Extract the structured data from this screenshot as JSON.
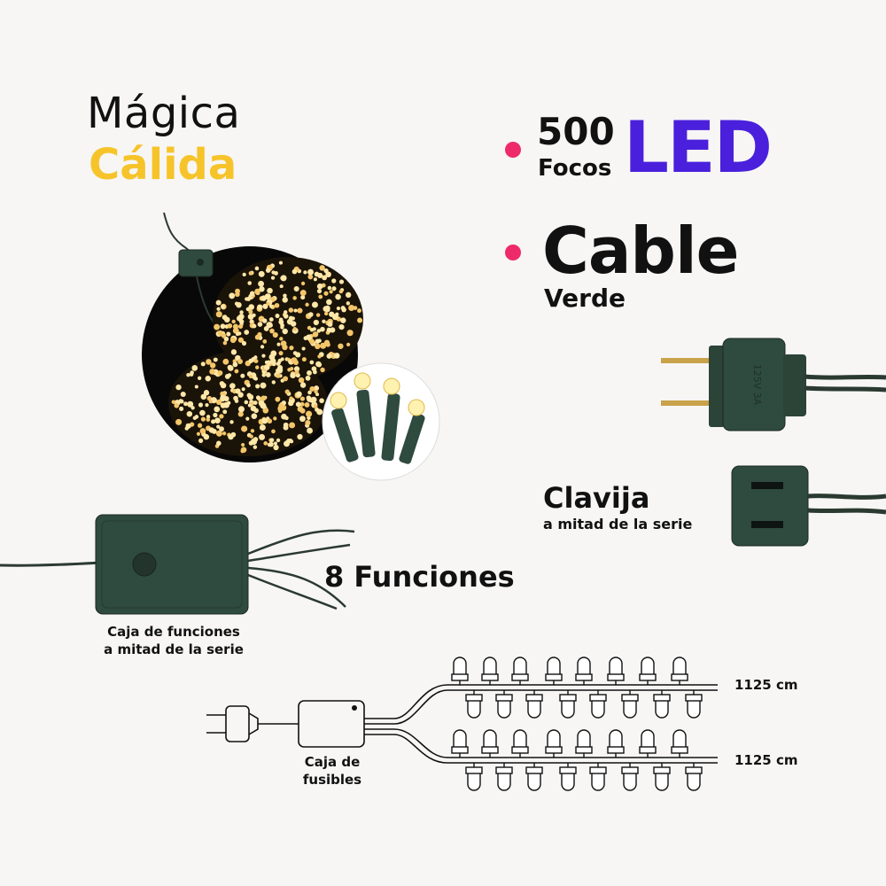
{
  "header": {
    "title_line1": "Mágica",
    "title_line2": "Cálida"
  },
  "features": {
    "count": "500",
    "count_unit": "Focos",
    "led_label": "LED",
    "cable_label": "Cable",
    "cable_color": "Verde"
  },
  "plug": {
    "rating": "125V 3A",
    "label": "Clavija",
    "sublabel": "a mitad de la serie"
  },
  "controller": {
    "functions_label": "8 Funciones",
    "caption_line1": "Caja de funciones",
    "caption_line2": "a mitad de la serie"
  },
  "diagram": {
    "fuse_line1": "Caja de",
    "fuse_line2": "fusibles",
    "length_1": "1125 cm",
    "length_2": "1125 cm"
  },
  "colors": {
    "accent_pink": "#ee2a6b",
    "led_purple": "#4a20dc",
    "warm_yellow": "#f6c42a",
    "cable_green": "#2f4a3f"
  }
}
